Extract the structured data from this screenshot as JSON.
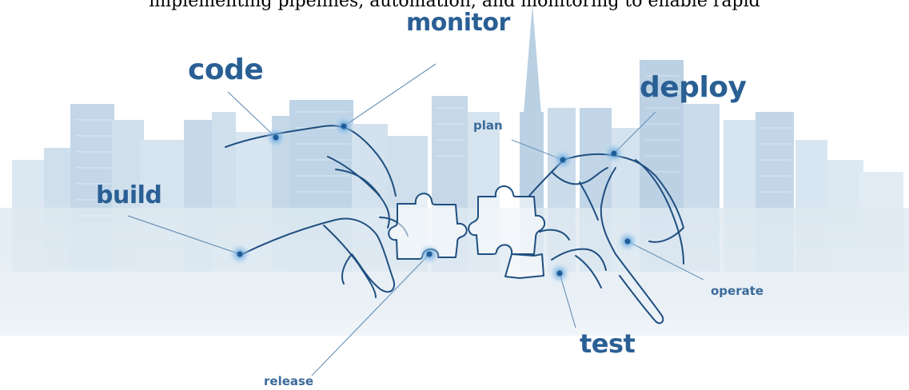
{
  "header_text": "implementing pipelines, automation, and monitoring to enable rapid",
  "stages": {
    "code": "code",
    "monitor": "monitor",
    "deploy": "deploy",
    "build": "build",
    "plan": "plan",
    "operate": "operate",
    "test": "test",
    "release": "release"
  },
  "colors": {
    "label": "#2a5f94",
    "line": "#1f4f80",
    "glow": "#5a9fd6",
    "skyline": "#c9dceb"
  }
}
